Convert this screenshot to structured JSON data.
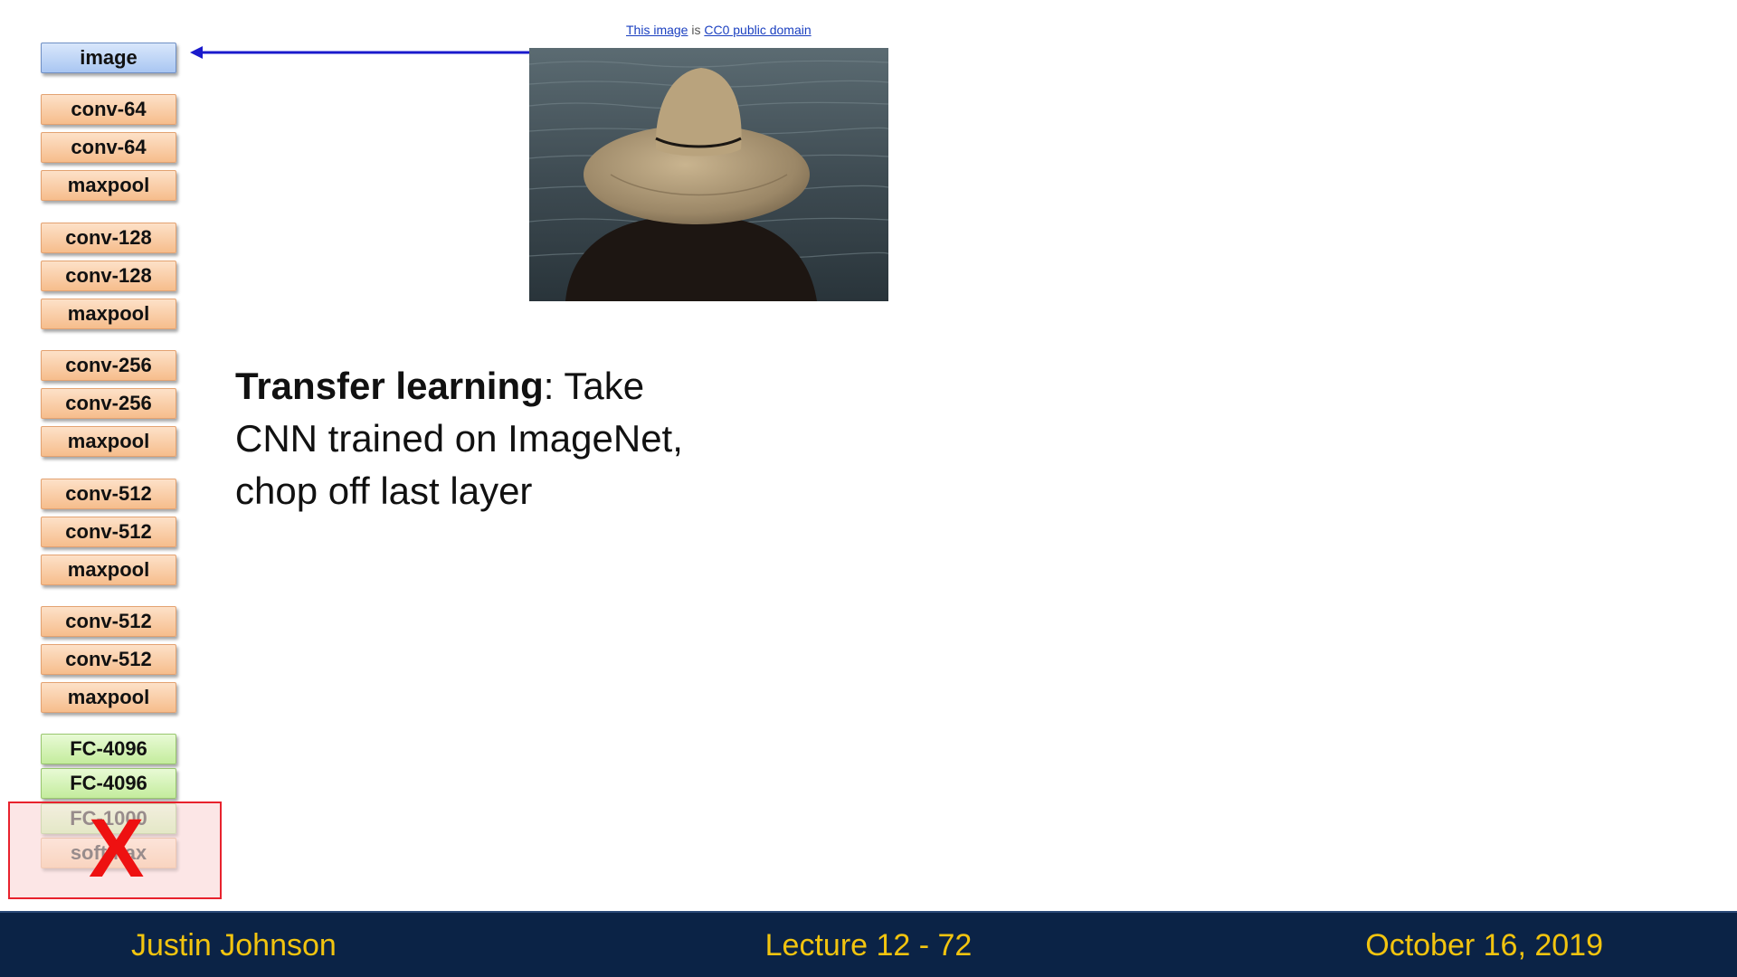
{
  "credit": {
    "link1": "This image",
    "middle": " is ",
    "link2": "CC0 public domain"
  },
  "layers": [
    {
      "label": "image",
      "kind": "image"
    },
    {
      "label": "conv-64",
      "kind": "conv"
    },
    {
      "label": "conv-64",
      "kind": "conv"
    },
    {
      "label": "maxpool",
      "kind": "pool"
    },
    {
      "label": "conv-128",
      "kind": "conv"
    },
    {
      "label": "conv-128",
      "kind": "conv"
    },
    {
      "label": "maxpool",
      "kind": "pool"
    },
    {
      "label": "conv-256",
      "kind": "conv"
    },
    {
      "label": "conv-256",
      "kind": "conv"
    },
    {
      "label": "maxpool",
      "kind": "pool"
    },
    {
      "label": "conv-512",
      "kind": "conv"
    },
    {
      "label": "conv-512",
      "kind": "conv"
    },
    {
      "label": "maxpool",
      "kind": "pool"
    },
    {
      "label": "conv-512",
      "kind": "conv"
    },
    {
      "label": "conv-512",
      "kind": "conv"
    },
    {
      "label": "maxpool",
      "kind": "pool"
    },
    {
      "label": "FC-4096",
      "kind": "fc"
    },
    {
      "label": "FC-4096",
      "kind": "fc"
    },
    {
      "label": "FC-1000",
      "kind": "fc",
      "removed": true
    },
    {
      "label": "softmax",
      "kind": "pool",
      "removed": true
    }
  ],
  "removed_mark": "X",
  "main_text": {
    "bold": "Transfer learning",
    "line1_rest": ": Take",
    "line2": "CNN trained on ImageNet,",
    "line3": "chop off last layer"
  },
  "footer": {
    "author": "Justin Johnson",
    "lecture": "Lecture 12 - 72",
    "date": "October 16, 2019"
  },
  "colors": {
    "footer_bg": "#0b2346",
    "footer_text": "#f2c40f",
    "arrow": "#1a1acc",
    "chop_box": "#e8222d",
    "conv_fill": "#f6bd8c",
    "fc_fill": "#c4ec9d",
    "image_fill": "#a9c6f2"
  }
}
